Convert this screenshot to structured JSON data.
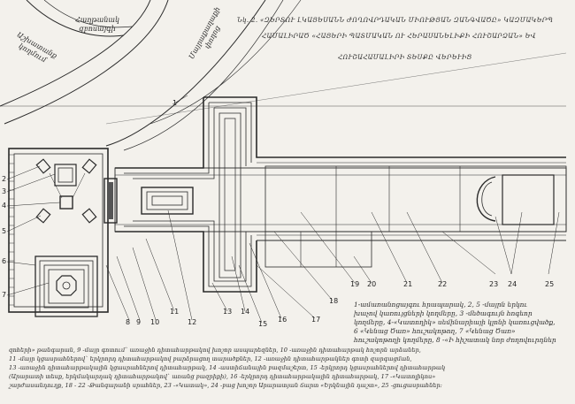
{
  "figure": {
    "caption_line1": "Նկ. 2. «ԶԵՐՏՈՒ ԼԿԱՅԵՍԱՆՆ ԺՈՂՈՎՐԴԱԿԱՆ ՄԻՈՒԹՅԱՆ ԶԱՆԳՎԱԾԸ» ԿԱԶՄԱԿԵՐՊ",
    "caption_line2": "ՀԱՄԱԼԻՐԱԾ «ՀԱՅԵՐԻ ՊԱՏՄԱԿԱՆ ՈՒ ՀԵՐԱՍԱՆԵԼԻՔԻ ՀՈՒՇԱՐՁԱՆ» ԵՎ",
    "caption_line3": "ՀՈՒՇԱՀԱՄԱԼԻՐԻ ՏԵՍՔԸ ՎԵՐԵՒԻՑ"
  },
  "street_labels": {
    "top_left": "Հաղթանակ\nզբոսայգի",
    "left": "Աշխատանք\nկողմում",
    "upper": "Մայրաքաղաքի\nփողոց"
  },
  "numbers": {
    "left_side": [
      "2",
      "3",
      "4",
      "5",
      "6",
      "7"
    ],
    "bottom_row": [
      "8",
      "9",
      "10",
      "11",
      "12",
      "13",
      "14",
      "15",
      "16",
      "17",
      "18",
      "19",
      "20",
      "21",
      "22",
      "23",
      "24",
      "25"
    ],
    "top": "1"
  },
  "legend": {
    "line1": "1-ամառանոցայգու հրապարակ, 2, 5 -մայրն երկու",
    "line2": "խաչով կառույցների կողմերը, 3 -մեծագույն հոգեոր",
    "line3": "կողմերը, 4-«Կատողիկ» սեմինարիայի կլոնի կառուցվածք,",
    "line4": "6 «Կենաց Ծառ» հուշակոթող, 7 «Կենաց Ծառ»",
    "line5": "հուշակոթողի կողմերը, 8 -«Ի հիշատակ նոր ժողովուրդներ",
    "line6": "զոհերի» թանգարան, 9 -մայր գոտում` առաջին դիտահարթակով խոշոր ասպարեզներ, 10 -առաջին դիտահարթակ հոշորն արձաներ,",
    "line7": "11 -մայր կցասրահներով` երկրորդ դիտահարթակով բարձրացող տարածքներ, 12 -առաջին դիտահարթակներ գոտի զարգացման,",
    "line8": "13 -առաջին դիտահարթակային կցասրահներով դիտահարթակ, 14 -աստիճանային բազմաշերտ, 15 -երկրորդ կցասրահներով դիտահարթակ",
    "line9": "(Արարատի տեսք, երկմակարդակ դիտահարթակով` առանց բազրիքի), 16 -երկրորդ դիտահարթակային դիտահարթակ, 17 -«Կատոլիկոս»",
    "line10": "շարժասանդուղք, 18 - 22 -Թանգարանի սրահներ, 23 -«Կատակ», 24 -բաց խոշոր Արարատյան ճարտ «Երկնային դաշտ», 25 -ցուցասրահներ:"
  }
}
